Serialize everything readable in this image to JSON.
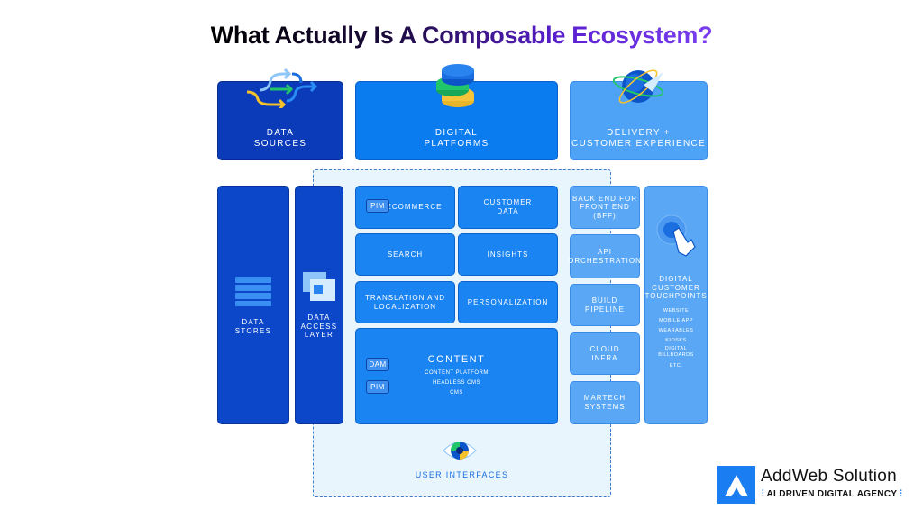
{
  "title": "What Actually Is A Composable Ecosystem?",
  "top": {
    "data_sources": [
      "DATA",
      "SOURCES"
    ],
    "digital_platforms": [
      "DIGITAL",
      "PLATFORMS"
    ],
    "delivery": [
      "DELIVERY +",
      "CUSTOMER EXPERIENCE"
    ]
  },
  "left": {
    "data_stores": [
      "DATA",
      "STORES"
    ],
    "data_access": [
      "DATA",
      "ACCESS",
      "LAYER"
    ]
  },
  "grid": {
    "ecommerce": "ECOMMERCE",
    "pim": "PIM",
    "customer_data": [
      "CUSTOMER",
      "DATA"
    ],
    "search": "SEARCH",
    "insights": "INSIGHTS",
    "translation": [
      "TRANSLATION AND",
      "LOCALIZATION"
    ],
    "personalization": "PERSONALIZATION"
  },
  "content": {
    "title": "CONTENT",
    "items": [
      "CONTENT PLATFORM",
      "HEADLESS CMS",
      "CMS"
    ],
    "dam": "DAM",
    "pim": "PIM"
  },
  "user_interfaces": "USER INTERFACES",
  "delivery_items": [
    [
      "BACK END FOR",
      "FRONT END (BFF)"
    ],
    [
      "API",
      "ORCHESTRATION"
    ],
    [
      "BUILD",
      "PIPELINE"
    ],
    [
      "CLOUD",
      "INFRA"
    ],
    [
      "MARTECH",
      "SYSTEMS"
    ]
  ],
  "touchpoints": {
    "title": [
      "DIGITAL",
      "CUSTOMER",
      "TOUCHPOINTS"
    ],
    "items": [
      "WEBSITE",
      "MOBILE APP",
      "WEARABLES",
      "KIOSKS",
      "DIGITAL",
      "BILLBOARDS",
      "ETC."
    ]
  },
  "brand": {
    "name": "AddWeb Solution",
    "tagline": "AI DRIVEN DIGITAL AGENCY"
  }
}
